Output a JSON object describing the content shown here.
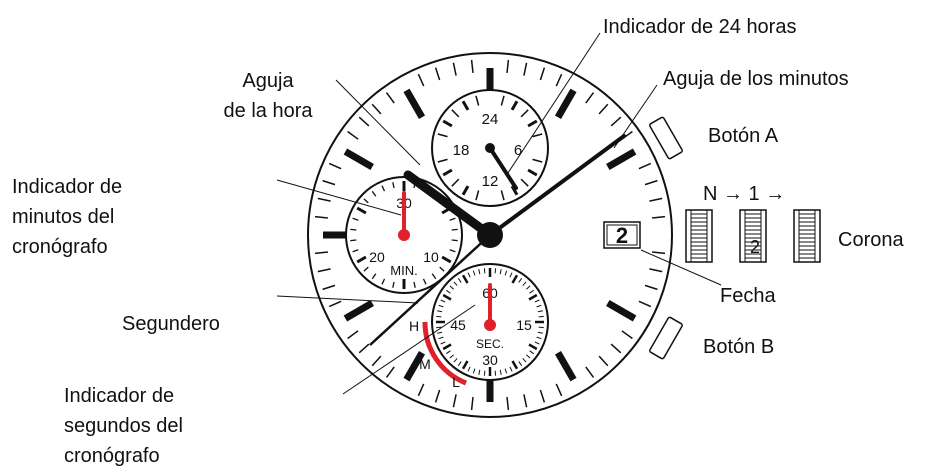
{
  "labels": {
    "hour_hand": [
      "Aguja",
      "de la hora"
    ],
    "indicator_24h": "Indicador de 24 horas",
    "minute_hand": "Aguja de los minutos",
    "button_a": "Botón A",
    "crown_positions": "N → 1 →",
    "crown": "Corona",
    "date": "Fecha",
    "button_b": "Botón B",
    "chrono_minutes": [
      "Indicador de",
      "minutos del",
      "cronógrafo"
    ],
    "second_hand": "Segundero",
    "chrono_seconds": [
      "Indicador de",
      "segundos del",
      "cronógrafo"
    ]
  },
  "watch": {
    "date_value": "2",
    "crown_position_digit": "2",
    "subdial_24h": {
      "numbers": [
        "24",
        "6",
        "12",
        "18"
      ]
    },
    "subdial_minutes": {
      "numbers": [
        "30",
        "20",
        "10"
      ],
      "caption": "MIN."
    },
    "subdial_seconds": {
      "numbers": [
        "60",
        "15",
        "30",
        "45"
      ],
      "caption": "SEC.",
      "scale_letters": [
        "H",
        "M",
        "L"
      ]
    }
  },
  "colors": {
    "accent_red": "#e0202a",
    "ink": "#111111"
  }
}
